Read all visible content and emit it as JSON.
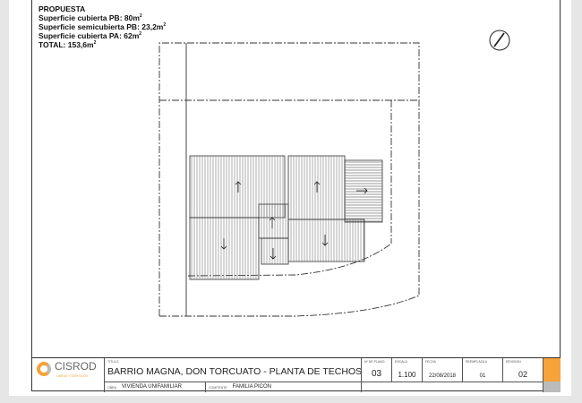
{
  "notes": {
    "heading": "PROPUESTA",
    "lines": [
      {
        "text": "Superficie cubierta PB: 80m",
        "sup": "2"
      },
      {
        "text": "Superficie semicubierta PB: 23,2m",
        "sup": "2"
      },
      {
        "text": "Superficie cubierta PA: 62m",
        "sup": "2"
      },
      {
        "text": "TOTAL: 153,6m",
        "sup": "2"
      }
    ]
  },
  "title_block": {
    "company": "CISROD",
    "company_sub": "OBRAS Y SERVICIOS",
    "titulo_label": "TITULO",
    "titulo": "BARRIO MAGNA, DON TORCUATO - PLANTA DE TECHOS",
    "plano_label": "Nº DE PLANO",
    "plano": "03",
    "escala_label": "ESCALA",
    "escala": "1.100",
    "fecha_label": "FECHA",
    "fecha": "22/08/2018",
    "reemplaza_label": "REEMPLAZA A",
    "reemplaza": "01",
    "revision_label": "REVISION",
    "revision": "02",
    "obra_label": "OBRA",
    "obra": "VIVIENDA UNIFAMILIAR",
    "comitente_label": "COMITENTE",
    "comitente": "FAMILIA PICON",
    "accent": "#f7a23b"
  }
}
